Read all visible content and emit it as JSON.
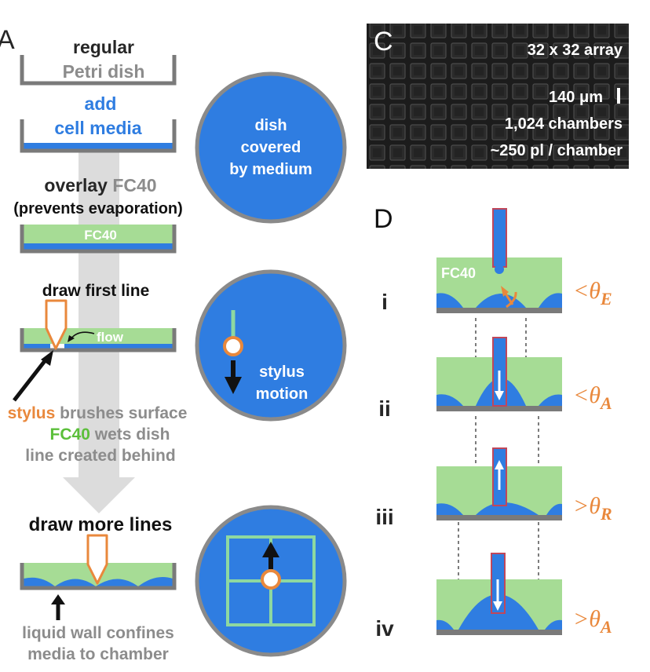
{
  "panels": {
    "a": "A",
    "c": "C",
    "d": "D"
  },
  "panel_a": {
    "step1_line1": "regular",
    "step1_line2": "Petri dish",
    "step2_line1": "add",
    "step2_line2": "cell media",
    "step3_prefix": "overlay",
    "step3_fc40": "FC40",
    "step3_sub": "(prevents evaporation)",
    "layer_label": "FC40",
    "step4_title": "draw first line",
    "flow_label": "flow",
    "stylus_word": "stylus",
    "brush_rest": "brushes surface",
    "wets_fc40": "FC40",
    "wets_rest": "wets dish",
    "line_created": "line created behind",
    "step5_title": "draw more lines",
    "wall_line1": "liquid wall confines",
    "wall_line2": "media to chamber",
    "circle1_line1": "dish",
    "circle1_line2": "covered",
    "circle1_line3": "by medium",
    "circle2_line1": "stylus",
    "circle2_line2": "motion"
  },
  "panel_c": {
    "array": "32 x 32 array",
    "scale": "140 μm",
    "chambers": "1,024 chambers",
    "volume": "~250 pl / chamber"
  },
  "panel_d": {
    "fc40": "FC40",
    "rows": [
      {
        "numeral": "i",
        "angle_sign": "<",
        "angle_symbol": "θ",
        "angle_sub": "E"
      },
      {
        "numeral": "ii",
        "angle_sign": "<",
        "angle_symbol": "θ",
        "angle_sub": "A"
      },
      {
        "numeral": "iii",
        "angle_sign": ">",
        "angle_symbol": "θ",
        "angle_sub": "R"
      },
      {
        "numeral": "iv",
        "angle_sign": ">",
        "angle_symbol": "θ",
        "angle_sub": "A"
      }
    ]
  },
  "colors": {
    "medium_blue": "#2f7de1",
    "fc40_green": "#a6dc95",
    "stylus_orange": "#e9883c",
    "dish_grey": "#7a7a7a",
    "grid_green": "#8ed8a0",
    "label_green": "#5bbf3a"
  }
}
